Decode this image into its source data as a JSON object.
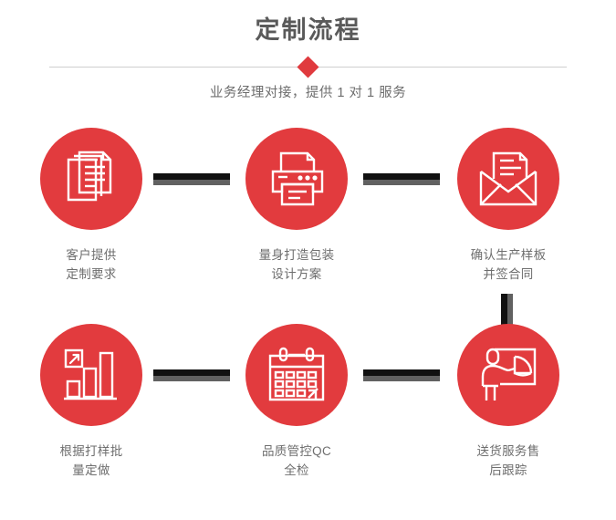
{
  "header": {
    "title": "定制流程",
    "subtitle": "业务经理对接，提供 1 对 1 服务",
    "accent_color": "#e23b3e",
    "divider_color": "#cfcfcf",
    "title_color": "#5a5a5a"
  },
  "flow": {
    "connector_dark_color": "#111111",
    "connector_gray_color": "#616161",
    "circle_color": "#e23b3e",
    "label_color": "#6e6e6e",
    "steps": [
      {
        "icon": "documents-stack-icon",
        "label": "客户提供\n定制要求"
      },
      {
        "icon": "printer-icon",
        "label": "量身打造包装\n设计方案"
      },
      {
        "icon": "envelope-document-icon",
        "label": "确认生产样板\n并签合同"
      },
      {
        "icon": "bar-chart-growth-icon",
        "label": "根据打样批\n量定做"
      },
      {
        "icon": "calendar-icon",
        "label": "品质管控QC\n全检"
      },
      {
        "icon": "presentation-person-pie-icon",
        "label": "送货服务售\n后跟踪"
      }
    ]
  }
}
